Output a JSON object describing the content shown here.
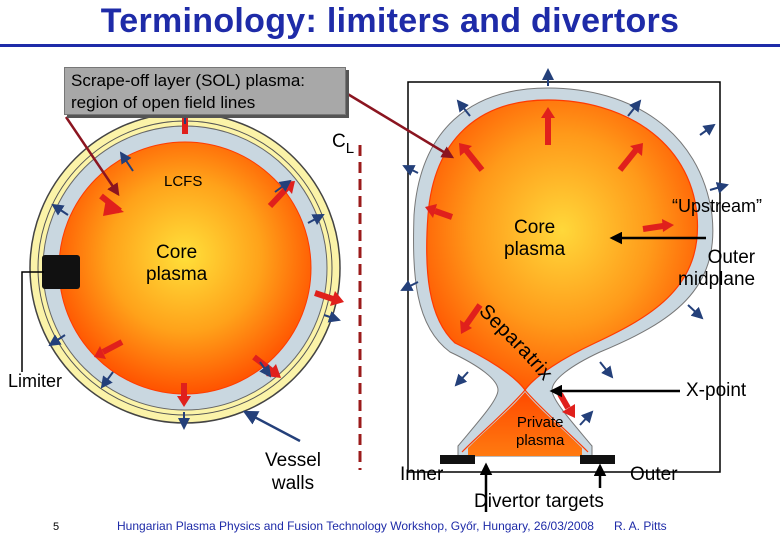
{
  "title": "Terminology: limiters and divertors",
  "sol_box": {
    "line1": "Scrape-off layer (SOL) plasma:",
    "line2": "region of open field lines"
  },
  "labels": {
    "centerline_c": "C",
    "centerline_l": "L",
    "lcfs": "LCFS",
    "core_plasma_left_1": "Core",
    "core_plasma_left_2": "plasma",
    "core_plasma_right_1": "Core",
    "core_plasma_right_2": "plasma",
    "upstream": "“Upstream”",
    "outer_midplane_1": "Outer",
    "outer_midplane_2": "midplane",
    "separatrix": "Separatrix",
    "limiter": "Limiter",
    "x_point": "X-point",
    "private_plasma_1": "Private",
    "private_plasma_2": "plasma",
    "vessel_walls_1": "Vessel",
    "vessel_walls_2": "walls",
    "inner": "Inner",
    "outer": "Outer",
    "divertor_targets": "Divertor targets"
  },
  "footer": {
    "page_number": "5",
    "workshop": "Hungarian Plasma Physics and Fusion Technology Workshop, Győr, Hungary, 26/03/2008",
    "author": "R. A. Pitts"
  },
  "colors": {
    "title": "#1e2ba8",
    "sol_fill": "#c9d7e0",
    "core_center": "#ffd23a",
    "core_edge": "#ff5a00",
    "limiter_outer_band": "#fbf3a8",
    "flux_arrow": "#e0201c",
    "wall_arrow": "#24407a",
    "centerline": "#9b1b1b",
    "target_plate": "#111111"
  }
}
